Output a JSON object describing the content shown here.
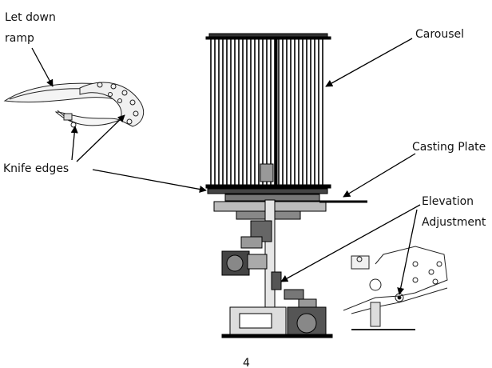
{
  "labels": {
    "let_down_ramp_line1": "Let down",
    "let_down_ramp_line2": "ramp",
    "knife_edges": "Knife edges",
    "carousel": "Carousel",
    "casting_plate": "Casting Plate",
    "elevation_line1": "Elevation",
    "elevation_line2": "Adjustment",
    "page_number": "4"
  }
}
